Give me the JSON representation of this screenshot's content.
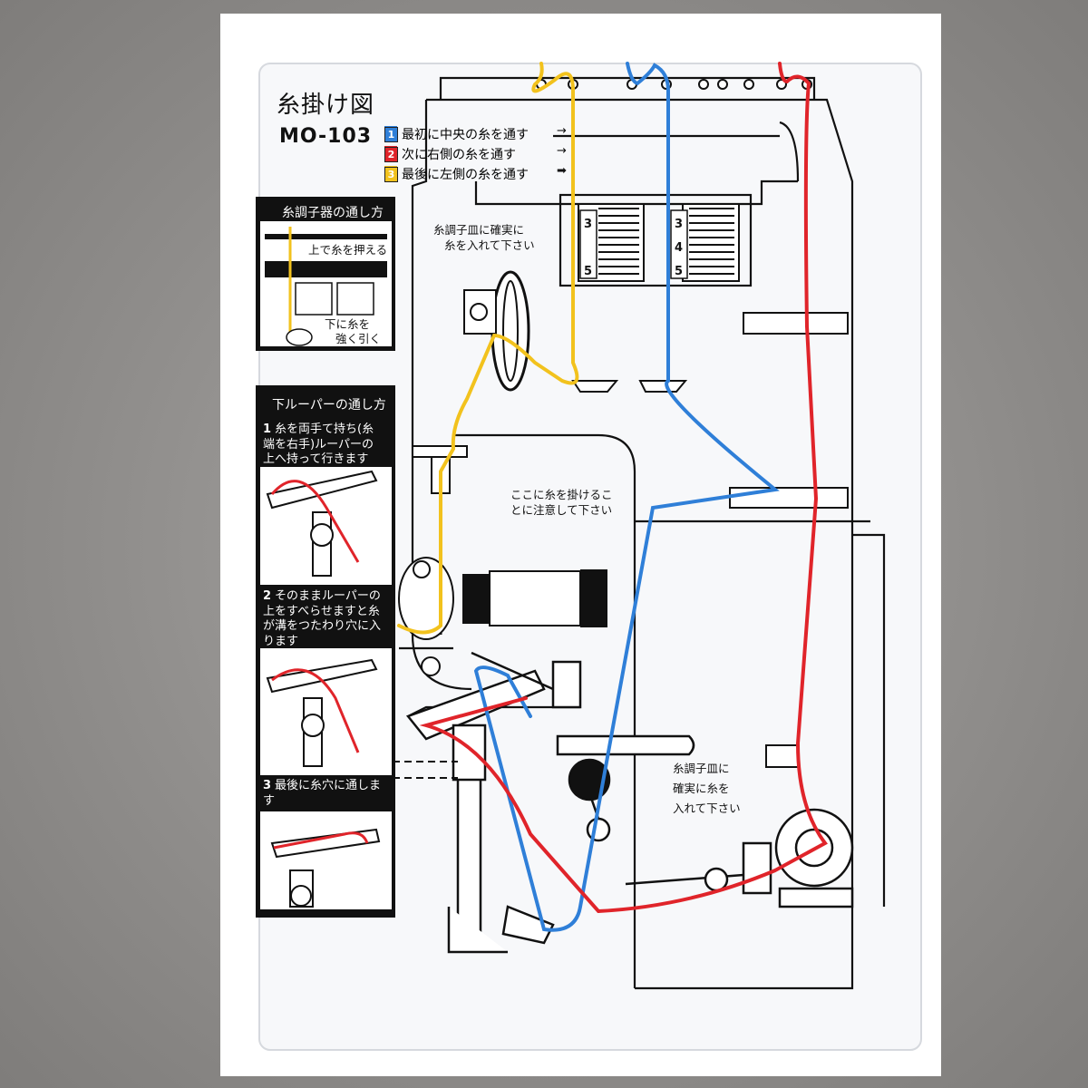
{
  "diagram": {
    "title": "糸掛け図",
    "model": "MO-103",
    "legend": [
      {
        "num": "1",
        "text": "最初に中央の糸を通す",
        "color": "#2f7fd8",
        "arrow": "→"
      },
      {
        "num": "2",
        "text": "次に右側の糸を通す",
        "color": "#e0242a",
        "arrow": "→"
      },
      {
        "num": "3",
        "text": "最後に左側の糸を通す",
        "color": "#f2c21d",
        "arrow": "➡"
      }
    ],
    "tension_panel": {
      "title": "糸調子器の通し方",
      "note_top": "上で糸を押える",
      "note_bottom_1": "下に糸を",
      "note_bottom_2": "強く引く"
    },
    "looper_panel": {
      "title": "下ルーパーの通し方",
      "steps": [
        {
          "num": "1",
          "lines": [
            "糸を両手て持ち(糸",
            "端を右手)ルーパーの",
            "上へ持って行きます"
          ]
        },
        {
          "num": "2",
          "lines": [
            "そのままルーパーの",
            "上をすべらせますと糸",
            "が溝をつたわり穴に入",
            "ります"
          ]
        },
        {
          "num": "3",
          "lines": [
            "最後に糸穴に通しま",
            "す"
          ]
        }
      ]
    },
    "annotations": {
      "tension_disc_top_1": "糸調子皿に確実に",
      "tension_disc_top_2": "糸を入れて下さい",
      "hook_note_1": "ここに糸を掛けるこ",
      "hook_note_2": "とに注意して下さい",
      "tension_disc_bottom_1": "糸調子皿に",
      "tension_disc_bottom_2": "確実に糸を",
      "tension_disc_bottom_3": "入れて下さい"
    },
    "dial_numbers": [
      "3",
      "4",
      "5"
    ],
    "colors": {
      "blue_thread": "#2f7fd8",
      "red_thread": "#e0242a",
      "yellow_thread": "#f2c21d"
    }
  }
}
